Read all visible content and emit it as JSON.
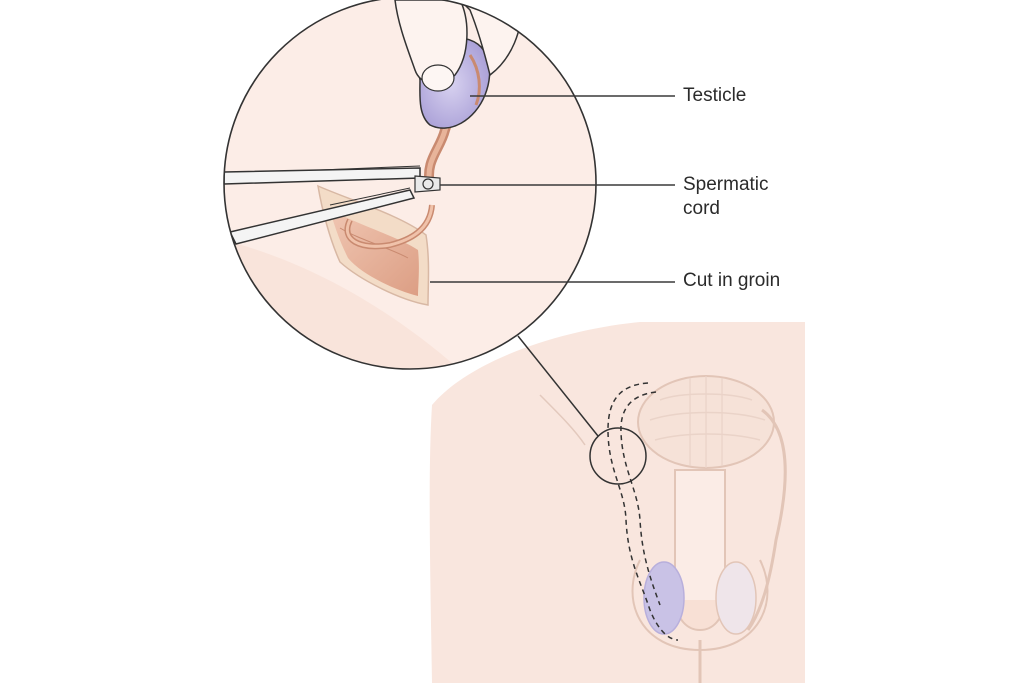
{
  "labels": {
    "testicle": "Testicle",
    "spermatic_cord_line1": "Spermatic",
    "spermatic_cord_line2": "cord",
    "cut_in_groin": "Cut in groin"
  },
  "colors": {
    "skin": "#f9e4dc",
    "skin_light": "#fcefe9",
    "skin_edge": "#e7cbbd",
    "testicle": "#c9c2e6",
    "wound": "#e7b49c",
    "outline": "#333333",
    "leader": "#3a3a3a"
  }
}
